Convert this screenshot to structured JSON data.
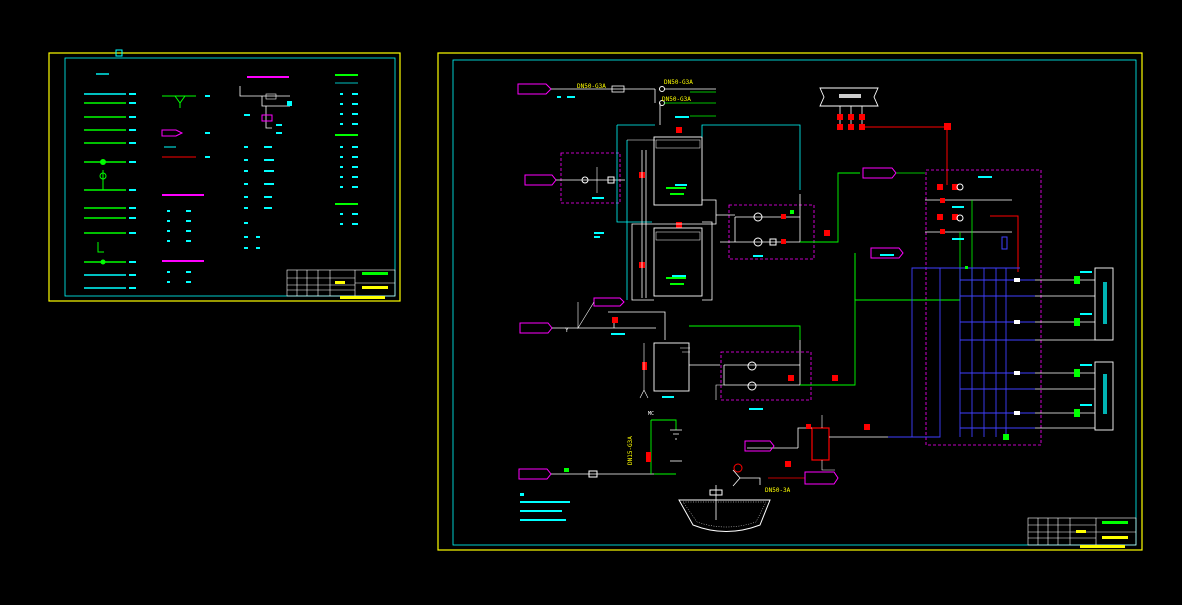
{
  "colors": {
    "background": "#000000",
    "border_yellow": "#ffff00",
    "cyan": "#00ffff",
    "green": "#00ff00",
    "red": "#ff0000",
    "magenta": "#ff00ff",
    "blue": "#4040ff",
    "white": "#ffffff"
  },
  "main": {
    "pipe_labels": {
      "top_1": "DN50-G3A",
      "top_2": "DN50-G3A",
      "top_3": "DN50-G3A",
      "vertical_left": "DN15-G3A",
      "bottom": "DN50-3A",
      "mc": "MC"
    }
  }
}
